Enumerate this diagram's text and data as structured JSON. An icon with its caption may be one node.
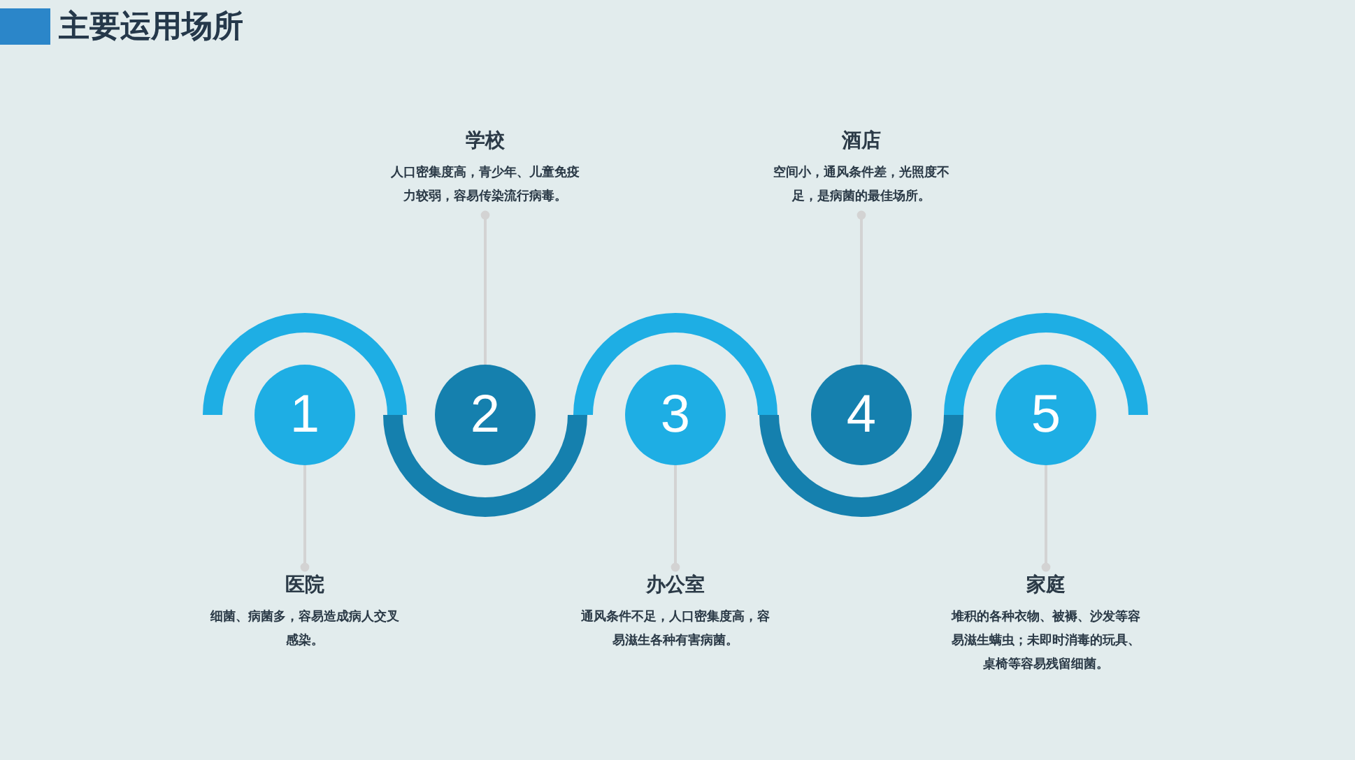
{
  "diagram": {
    "title": "主要运用场所",
    "nodes": [
      {
        "text": [
          "1"
        ]
      },
      {
        "text": [
          "2"
        ]
      },
      {
        "text": [
          "3"
        ]
      },
      {
        "text": [
          "4"
        ]
      },
      {
        "text": [
          "5"
        ]
      },
      {
        "text": [
          "医院",
          "细菌、病菌多，容易造成病人交叉感染。"
        ]
      },
      {
        "text": [
          "学校",
          "人口密集度高，青少年、儿童免疫力较弱，容易传染流行病毒。"
        ]
      },
      {
        "text": [
          "办公室",
          "通风条件不足，人口密集度高，容易滋生各种有害病菌。"
        ]
      },
      {
        "text": [
          "酒店",
          "空间小，通风条件差，光照度不足，是病菌的最佳场所。"
        ]
      },
      {
        "text": [
          "家庭",
          "堆积的各种衣物、被褥、沙发等容易滋生螨虫；未即时消毒的玩具、桌椅等容易残留细菌。"
        ]
      }
    ],
    "edges": [
      {
        "from": 5,
        "to": 0,
        "arrow": "other"
      },
      {
        "from": 6,
        "to": 1,
        "arrow": "other"
      },
      {
        "from": 7,
        "to": 2,
        "arrow": "other"
      },
      {
        "from": 8,
        "to": 3,
        "arrow": "other"
      },
      {
        "from": 9,
        "to": 4,
        "arrow": "other"
      }
    ]
  }
}
